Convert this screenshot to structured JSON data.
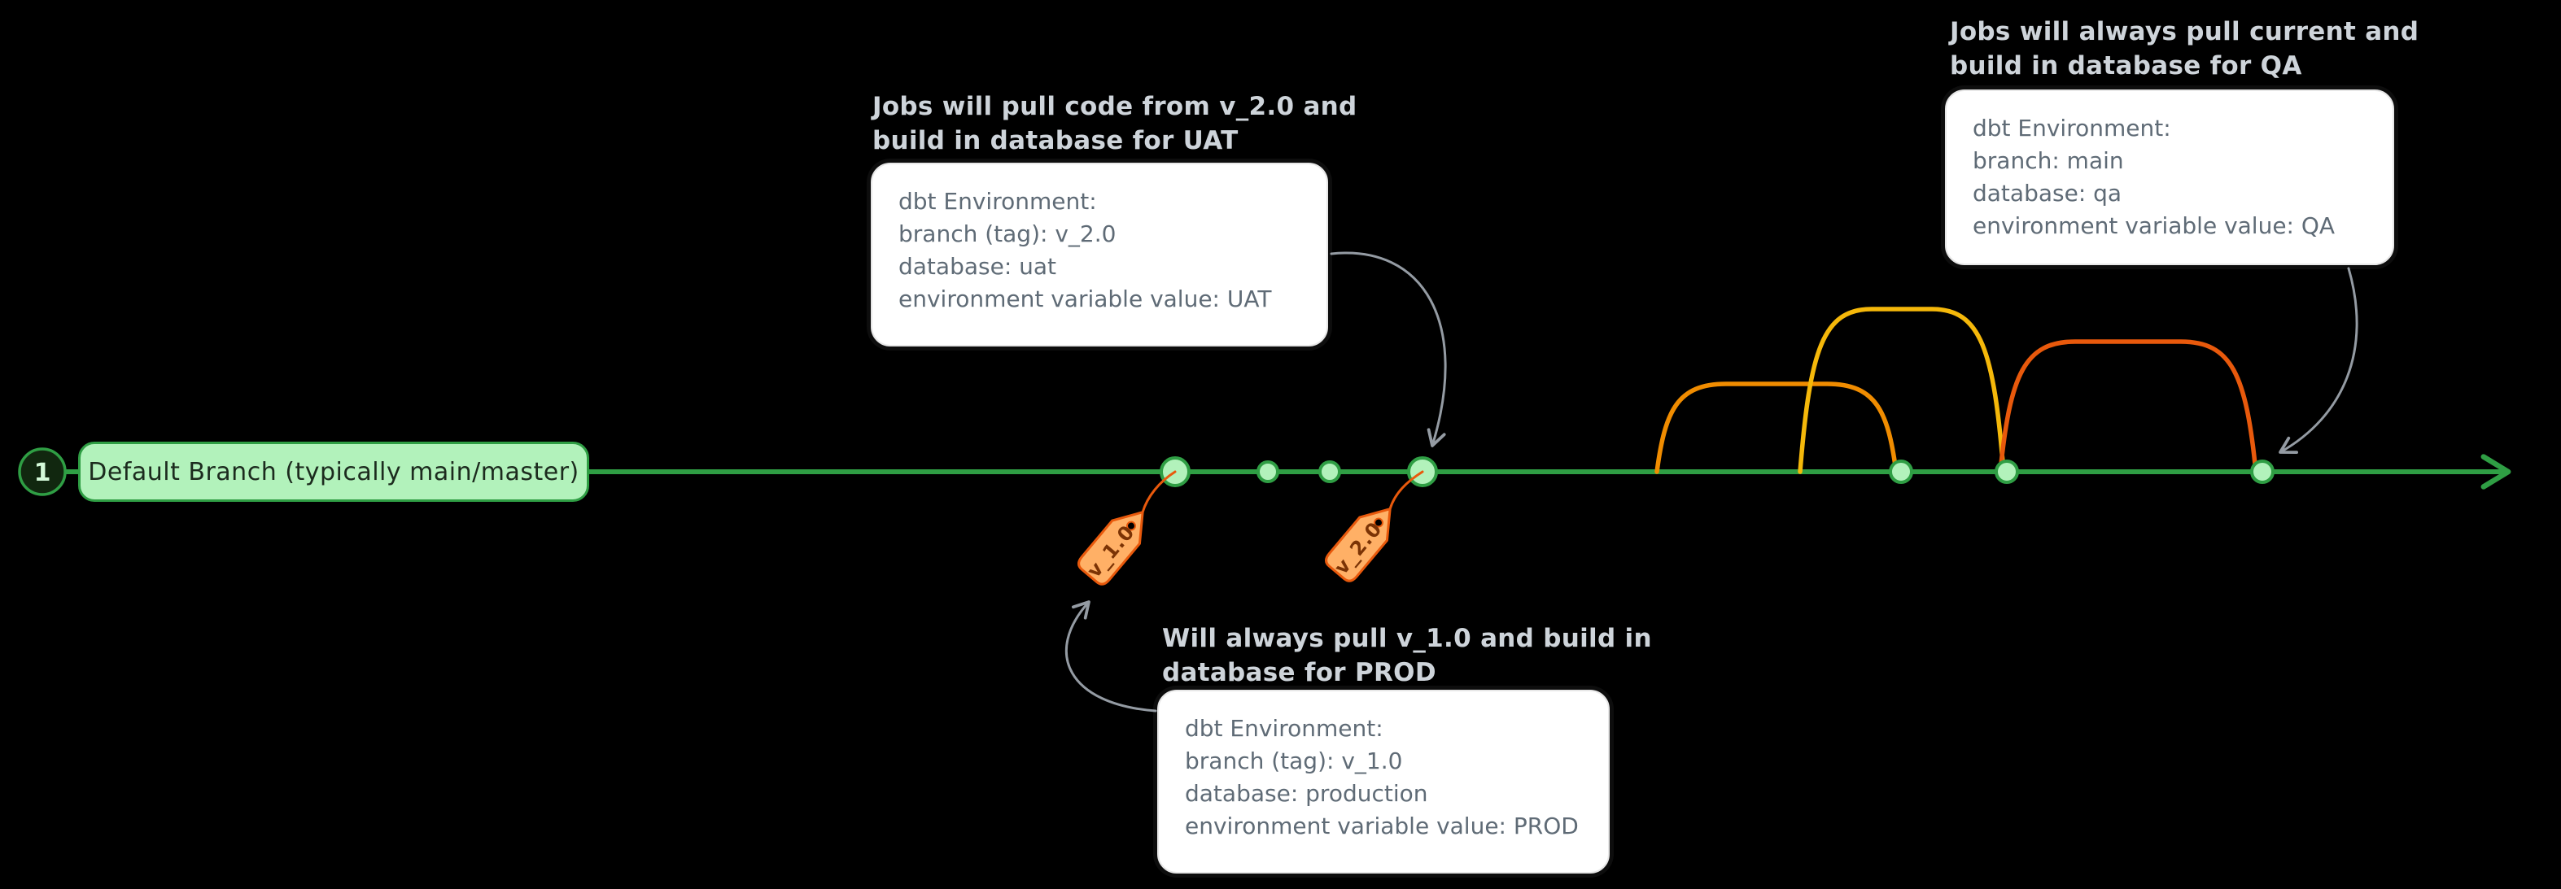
{
  "timeline": {
    "step_number": "1",
    "branch_label": "Default Branch (typically main/master)",
    "commit_count": 7
  },
  "tags": [
    {
      "label": "v_1.0"
    },
    {
      "label": "v_2.0"
    }
  ],
  "feature_branches": {
    "count": 3
  },
  "callouts": {
    "uat": {
      "heading": "Jobs will pull code from v_2.0 and\nbuild in database for UAT",
      "lines": [
        "dbt Environment:",
        "branch (tag): v_2.0",
        "database: uat",
        "environment variable value: UAT"
      ]
    },
    "qa": {
      "heading": "Jobs will always pull current and\nbuild in database for QA",
      "lines": [
        "dbt Environment:",
        "branch: main",
        "database: qa",
        "environment variable value: QA"
      ]
    },
    "prod": {
      "heading": "Will always pull v_1.0 and build in\ndatabase for PROD",
      "lines": [
        "dbt Environment:",
        "branch (tag): v_1.0",
        "database: production",
        "environment variable value: PROD"
      ]
    }
  },
  "colors": {
    "branch_green": "#2f9e44",
    "branch_fill": "#b2f2bb",
    "tag_orange": "#ffb066",
    "tag_border": "#e8590c",
    "arch_orange": "#f08c00",
    "arch_yellow": "#f5b80a",
    "arch_red": "#e8590c",
    "arrow_gray": "#949ba3",
    "heading_gray": "#ced4da",
    "box_text_gray": "#5f6b76",
    "background": "#000000"
  }
}
